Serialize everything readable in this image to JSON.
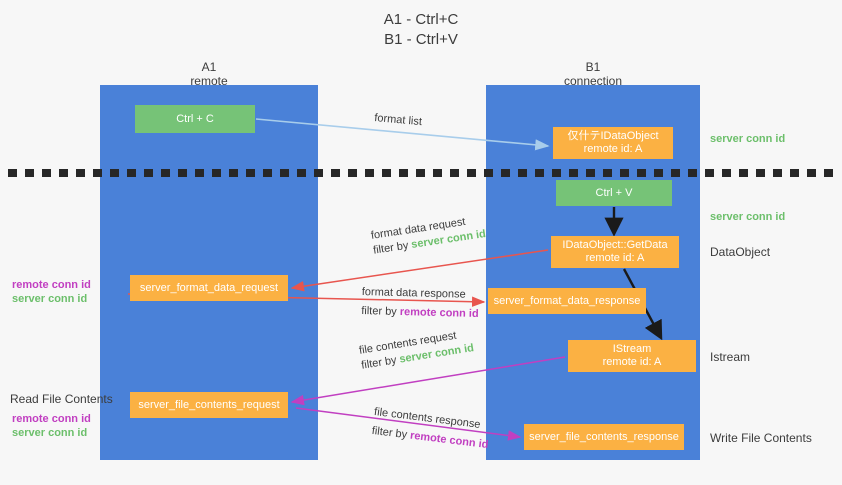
{
  "title": {
    "line1": "A1 - Ctrl+C",
    "line2": "B1 - Ctrl+V"
  },
  "columns": [
    {
      "name": "A1",
      "subtitle": "remote"
    },
    {
      "name": "B1",
      "subtitle": "connection"
    }
  ],
  "boxes": {
    "ctrl_c": {
      "line1": "Ctrl + C"
    },
    "ctrl_v": {
      "line1": "Ctrl + V"
    },
    "idataobject": {
      "line1": "仅什テIDataObject",
      "line2": "remote id: A"
    },
    "getdata": {
      "line1": "IDataObject::GetData",
      "line2": "remote id: A"
    },
    "istream": {
      "line1": "IStream",
      "line2": "remote id: A"
    },
    "format_data_request": {
      "line1": "server_format_data_request"
    },
    "format_data_response": {
      "line1": "server_format_data_response"
    },
    "file_contents_request": {
      "line1": "server_file_contents_request"
    },
    "file_contents_response": {
      "line1": "server_file_contents_response"
    }
  },
  "arrow_labels": {
    "format_list": "format list",
    "format_data_request": "format data request",
    "format_data_request_filter_prefix": "filter by ",
    "format_data_request_filter_value": "server conn id",
    "format_data_response": "format data response",
    "format_data_response_filter_prefix": "filter by ",
    "format_data_response_filter_value": "remote conn id",
    "file_contents_request": "file contents request",
    "file_contents_request_filter_prefix": "filter by ",
    "file_contents_request_filter_value": "server conn id",
    "file_contents_response": "file contents response",
    "file_contents_response_filter_prefix": "filter by ",
    "file_contents_response_filter_value": "remote conn id"
  },
  "right_labels": {
    "server_conn_id_top": "server conn id",
    "server_conn_id_mid": "server conn id",
    "data_object": "DataObject",
    "istream": "Istream",
    "write_file_contents": "Write File Contents"
  },
  "left_labels": {
    "remote_conn_id_1": "remote conn id",
    "server_conn_id_1": "server conn id",
    "read_file_contents": "Read File Contents",
    "remote_conn_id_2": "remote conn id",
    "server_conn_id_2": "server conn id"
  },
  "colors": {
    "lane": "#4a81d8",
    "green_box": "#76c377",
    "orange_box": "#fbb143",
    "green_text": "#6cbf6b",
    "purple_text": "#c13fc1",
    "light_blue_arrow": "#a8cdeb",
    "red_arrow": "#e8554e",
    "magenta_arrow": "#c13fc1",
    "black_arrow": "#1a1a1a",
    "background": "#f7f7f7"
  }
}
